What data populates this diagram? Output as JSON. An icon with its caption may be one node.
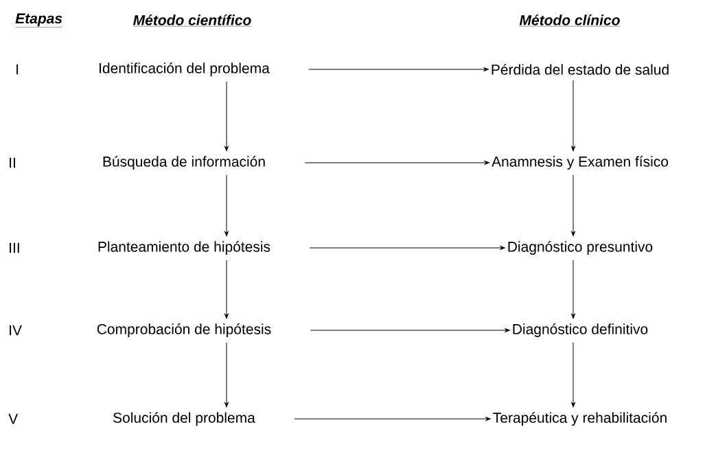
{
  "diagram": {
    "nodes": [
      {
        "text": [
          "Identificación del problema"
        ]
      },
      {
        "text": [
          "Pérdida del estado de salud"
        ]
      },
      {
        "text": [
          "Búsqueda de información"
        ]
      },
      {
        "text": [
          "Anamnesis y Examen físico"
        ]
      },
      {
        "text": [
          "Planteamiento de hipótesis"
        ]
      },
      {
        "text": [
          "Diagnóstico presuntivo"
        ]
      },
      {
        "text": [
          "Comprobación de hipótesis"
        ]
      },
      {
        "text": [
          "Diagnóstico definitivo"
        ]
      },
      {
        "text": [
          "Solución del problema"
        ]
      },
      {
        "text": [
          "Terapéutica y rehabilitación"
        ]
      }
    ],
    "edges": [
      {
        "from": 0,
        "to": 1,
        "arrow": "to"
      },
      {
        "from": 0,
        "to": 2,
        "arrow": "to"
      },
      {
        "from": 1,
        "to": 3,
        "arrow": "to"
      },
      {
        "from": 2,
        "to": 3,
        "arrow": "to"
      },
      {
        "from": 2,
        "to": 4,
        "arrow": "to"
      },
      {
        "from": 3,
        "to": 5,
        "arrow": "to"
      },
      {
        "from": 4,
        "to": 5,
        "arrow": "to"
      },
      {
        "from": 4,
        "to": 6,
        "arrow": "to"
      },
      {
        "from": 5,
        "to": 7,
        "arrow": "to"
      },
      {
        "from": 6,
        "to": 7,
        "arrow": "to"
      },
      {
        "from": 6,
        "to": 8,
        "arrow": "to"
      },
      {
        "from": 7,
        "to": 9,
        "arrow": "to"
      },
      {
        "from": 8,
        "to": 9,
        "arrow": "to"
      }
    ],
    "labels": [
      "Etapas",
      "Método científico",
      "Método clínico",
      "I",
      "II",
      "III",
      "IV",
      "V"
    ]
  }
}
